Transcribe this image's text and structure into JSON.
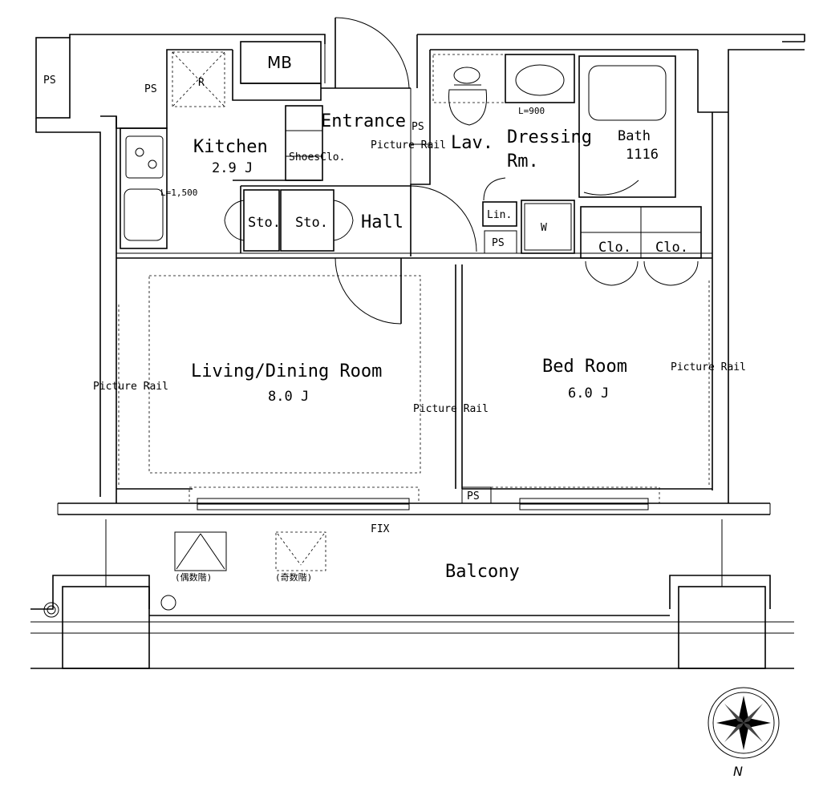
{
  "rooms": {
    "kitchen": {
      "name": "Kitchen",
      "size": "2.9 J"
    },
    "entrance": {
      "name": "Entrance"
    },
    "hall": {
      "name": "Hall"
    },
    "lavatory": {
      "name": "Lav."
    },
    "dressing": {
      "name_line1": "Dressing",
      "name_line2": "Rm."
    },
    "bath": {
      "name": "Bath",
      "size": "1116"
    },
    "living": {
      "name": "Living/Dining Room",
      "size": "8.0 J"
    },
    "bedroom": {
      "name": "Bed Room",
      "size": "6.0 J"
    },
    "balcony": {
      "name": "Balcony"
    }
  },
  "labels": {
    "mb": "MB",
    "ps": "PS",
    "refrigerator": "R",
    "shoes_closet": "ShoesClo.",
    "storage": "Sto.",
    "linen": "Lin.",
    "washer": "W",
    "closet": "Clo.",
    "counter_length": "L=1,500",
    "vanity_length": "L=900",
    "picture_rail": "Picture Rail",
    "fix": "FIX",
    "even_floor": "(偶数階)",
    "odd_floor": "(奇数階)",
    "north": "N"
  }
}
